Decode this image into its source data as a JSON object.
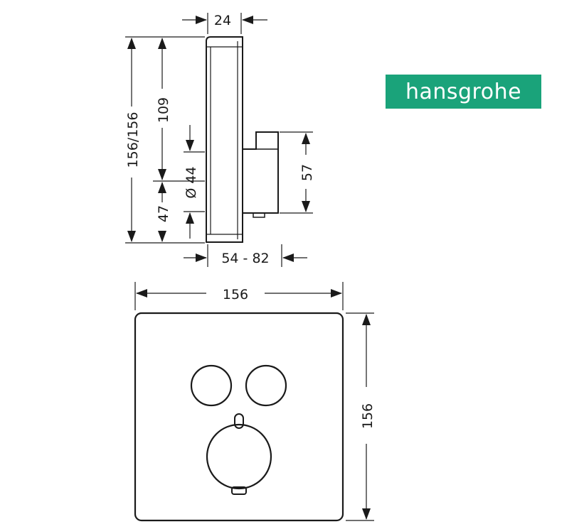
{
  "logo": {
    "text": "hansgrohe",
    "bg_color": "#1aa37a",
    "text_color": "#ffffff"
  },
  "side_view": {
    "depth_panel": "24",
    "total_height": "156/156",
    "upper_height": "109",
    "lower_height": "47",
    "knob_diameter": "Ø 44",
    "body_height": "57",
    "install_depth": "54 - 82"
  },
  "front_view": {
    "width": "156",
    "height": "156"
  },
  "colors": {
    "line": "#1a1a1a"
  }
}
